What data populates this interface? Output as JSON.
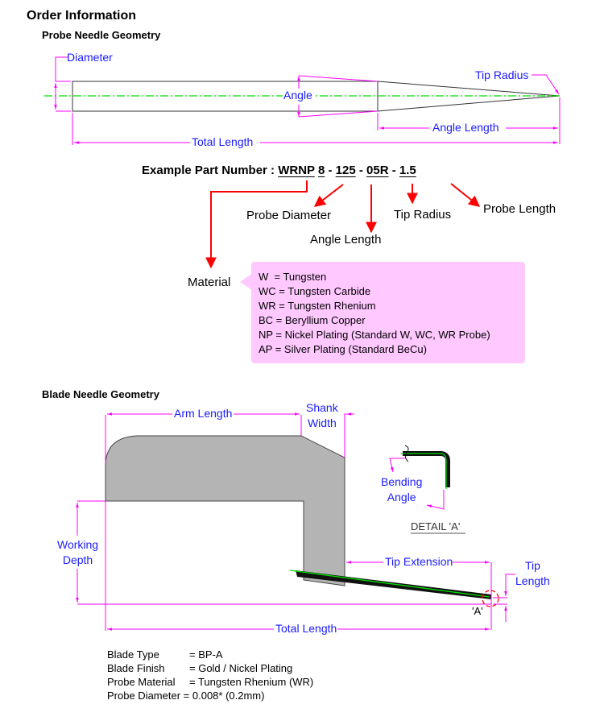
{
  "page_title": "Order Information",
  "probe": {
    "section_title": "Probe Needle Geometry",
    "dimensions": {
      "diameter": "Diameter",
      "angle": "Angle",
      "tip_radius": "Tip Radius",
      "angle_length": "Angle Length",
      "total_length": "Total Length"
    }
  },
  "part_number": {
    "label": "Example Part Number : ",
    "segments": [
      {
        "code": "WRNP",
        "meaning": "Material"
      },
      {
        "code": "8",
        "meaning": "Probe Diameter"
      },
      {
        "code": "125",
        "meaning": "Angle Length"
      },
      {
        "code": "05R",
        "meaning": "Tip Radius"
      },
      {
        "code": "1.5",
        "meaning": "Probe Length"
      }
    ],
    "separator": " - "
  },
  "material_legend": [
    "W  = Tungsten",
    "WC = Tungsten Carbide",
    "WR = Tungsten Rhenium",
    "BC = Beryllium Copper",
    "NP = Nickel Plating (Standard W, WC, WR Probe)",
    "AP = Silver Plating (Standard BeCu)"
  ],
  "blade": {
    "section_title": "Blade Needle Geometry",
    "dimensions": {
      "arm_length": "Arm Length",
      "shank_width_1": "Shank",
      "shank_width_2": "Width",
      "working_depth_1": "Working",
      "working_depth_2": "Depth",
      "tip_extension": "Tip Extension",
      "tip_length_1": "Tip",
      "tip_length_2": "Length",
      "total_length": "Total Length",
      "bending_angle_1": "Bending",
      "bending_angle_2": "Angle",
      "detail_marker": "'A'",
      "detail_title": "DETAIL 'A'"
    },
    "specs": [
      {
        "key": "Blade Type",
        "value": "= BP-A"
      },
      {
        "key": "Blade Finish",
        "value": "= Gold / Nickel Plating"
      },
      {
        "key": "Probe Material",
        "value": "= Tungsten Rhenium (WR)"
      },
      {
        "key": "Probe Diameter",
        "value": "= 0.008* (0.2mm)"
      }
    ]
  },
  "colors": {
    "dimension_line": "#ff00ff",
    "dimension_text": "#1a1aff",
    "centerline": "#00dd00",
    "callout_arrow": "#ff0000",
    "blade_fill": "#b4b4b4",
    "legend_bg": "#ffc8ff"
  }
}
